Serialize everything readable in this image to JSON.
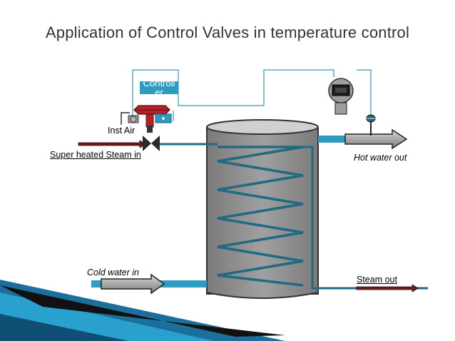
{
  "title": "Application of Control Valves in temperature control",
  "controller_label": "Controll er",
  "labels": {
    "inst_air": "Inst Air",
    "steam_in": "Super heated Steam in",
    "hot_water_out": "Hot water out",
    "cold_water_in": "Cold water in",
    "steam_out": "Steam out"
  },
  "colors": {
    "accent": "#2e9bc1",
    "tank": "#8c8c8c",
    "coil": "#1f6b82",
    "steam_pipe": "#6b1a1a",
    "valve_top": "#b2222a"
  }
}
